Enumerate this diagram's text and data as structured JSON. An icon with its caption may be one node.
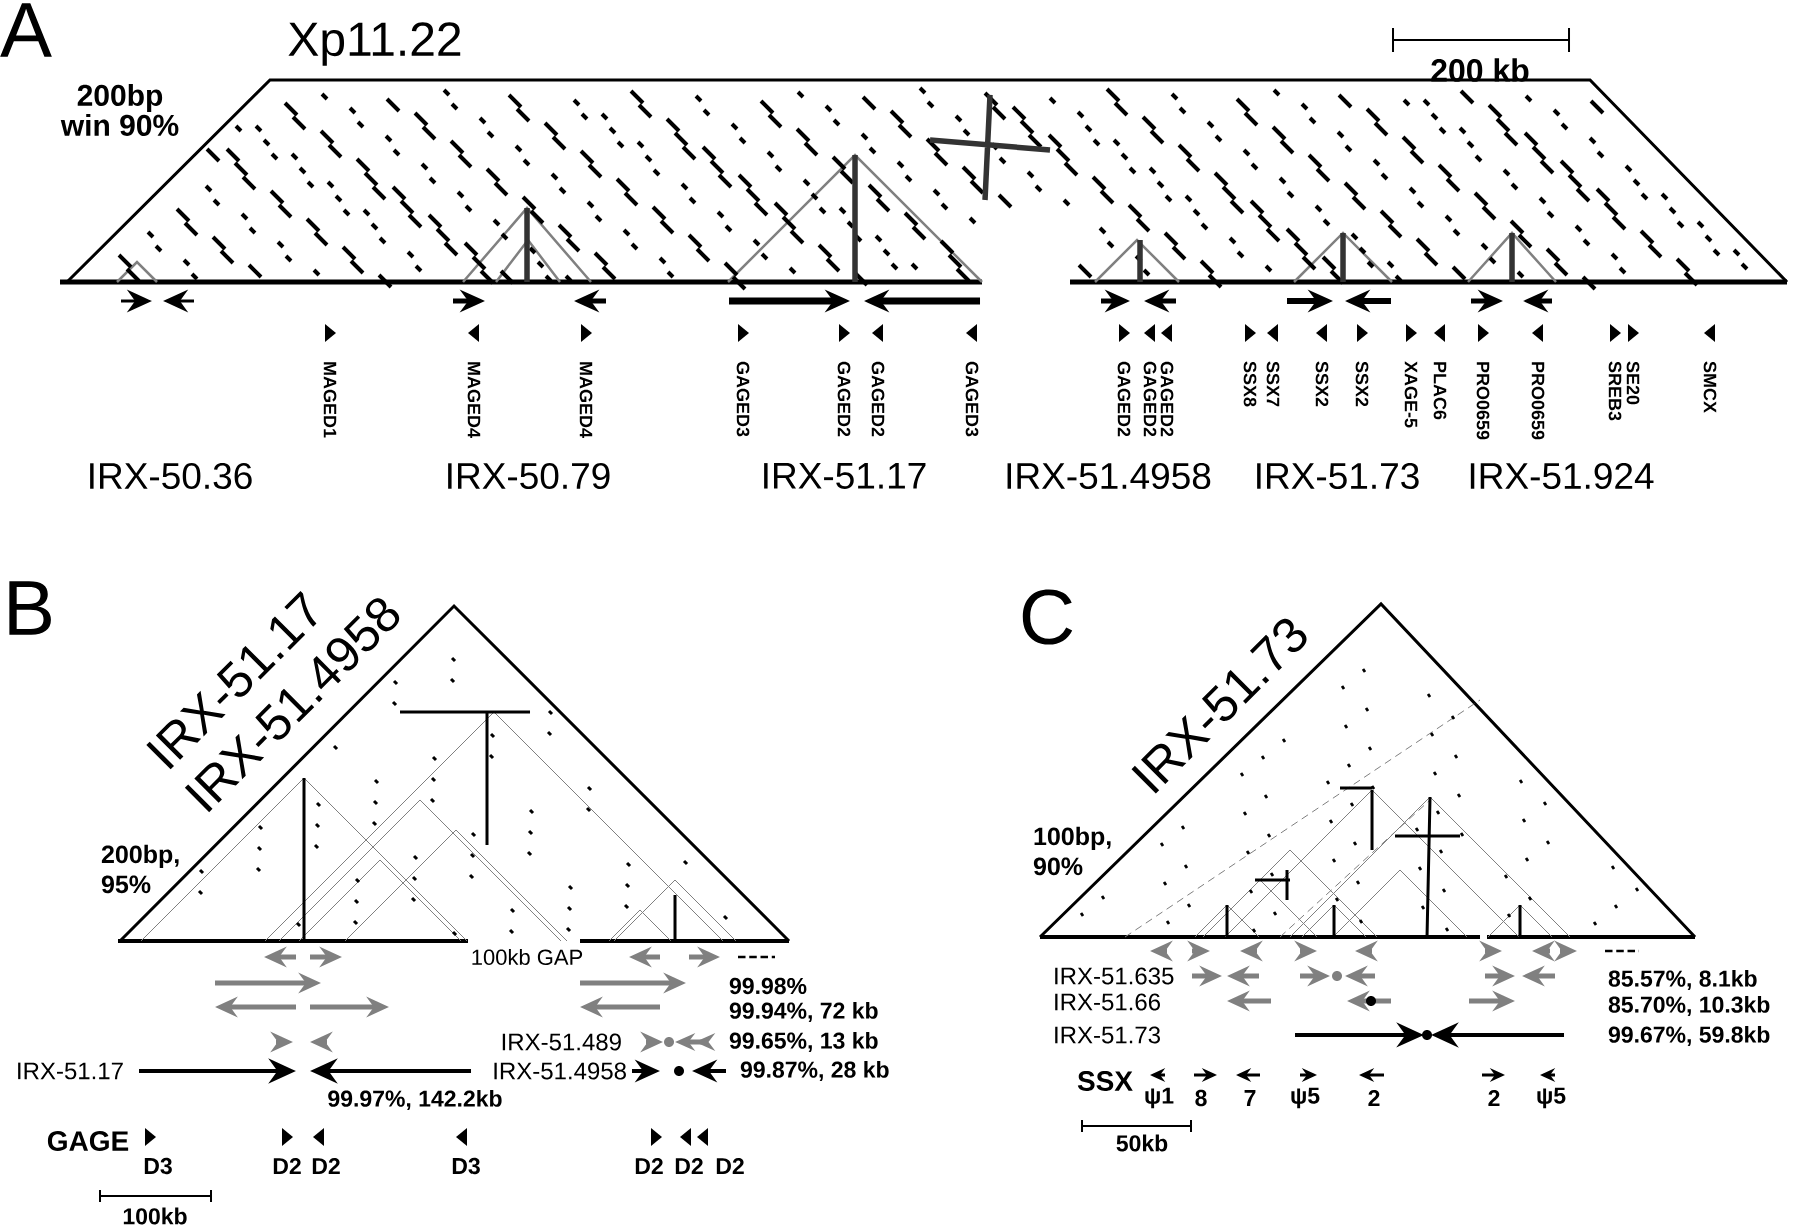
{
  "diagram": {
    "labels": [
      "A",
      "Xp11.22",
      "200 kb",
      "200bp win 90%",
      "MAGED1",
      "MAGED4",
      "MAGED4",
      "GAGED3",
      "GAGED2",
      "GAGED2",
      "GAGED3",
      "GAGED2",
      "GAGED2",
      "GAGED2",
      "SSX8",
      "SSX7",
      "SSX2",
      "SSX2",
      "XAGE-5",
      "PLAC6",
      "PRO0659",
      "PRO0659",
      "SREB3",
      "SE20",
      "SMCX",
      "IRX-50.36",
      "IRX-50.79",
      "IRX-51.17",
      "IRX-51.4958",
      "IRX-51.73",
      "IRX-51.924",
      "B",
      "IRX-51.17",
      "IRX-51.4958",
      "200bp, 95%",
      "100kb GAP",
      "99.98%",
      "99.94%, 72 kb",
      "IRX-51.489",
      "99.65%, 13 kb",
      "IRX-51.17",
      "IRX-51.4958",
      "99.87%, 28 kb",
      "99.97%, 142.2kb",
      "GAGE",
      "D3",
      "D2",
      "D2",
      "D3",
      "D2",
      "D2",
      "D2",
      "100kb",
      "C",
      "IRX-51.73",
      "100bp, 90%",
      "IRX-51.635",
      "IRX-51.66",
      "IRX-51.73",
      "85.57%, 8.1kb",
      "85.70%, 10.3kb",
      "99.67%, 59.8kb",
      "SSX",
      "ψ1",
      "8",
      "7",
      "ψ5",
      "2",
      "2",
      "ψ5",
      "50kb"
    ]
  }
}
